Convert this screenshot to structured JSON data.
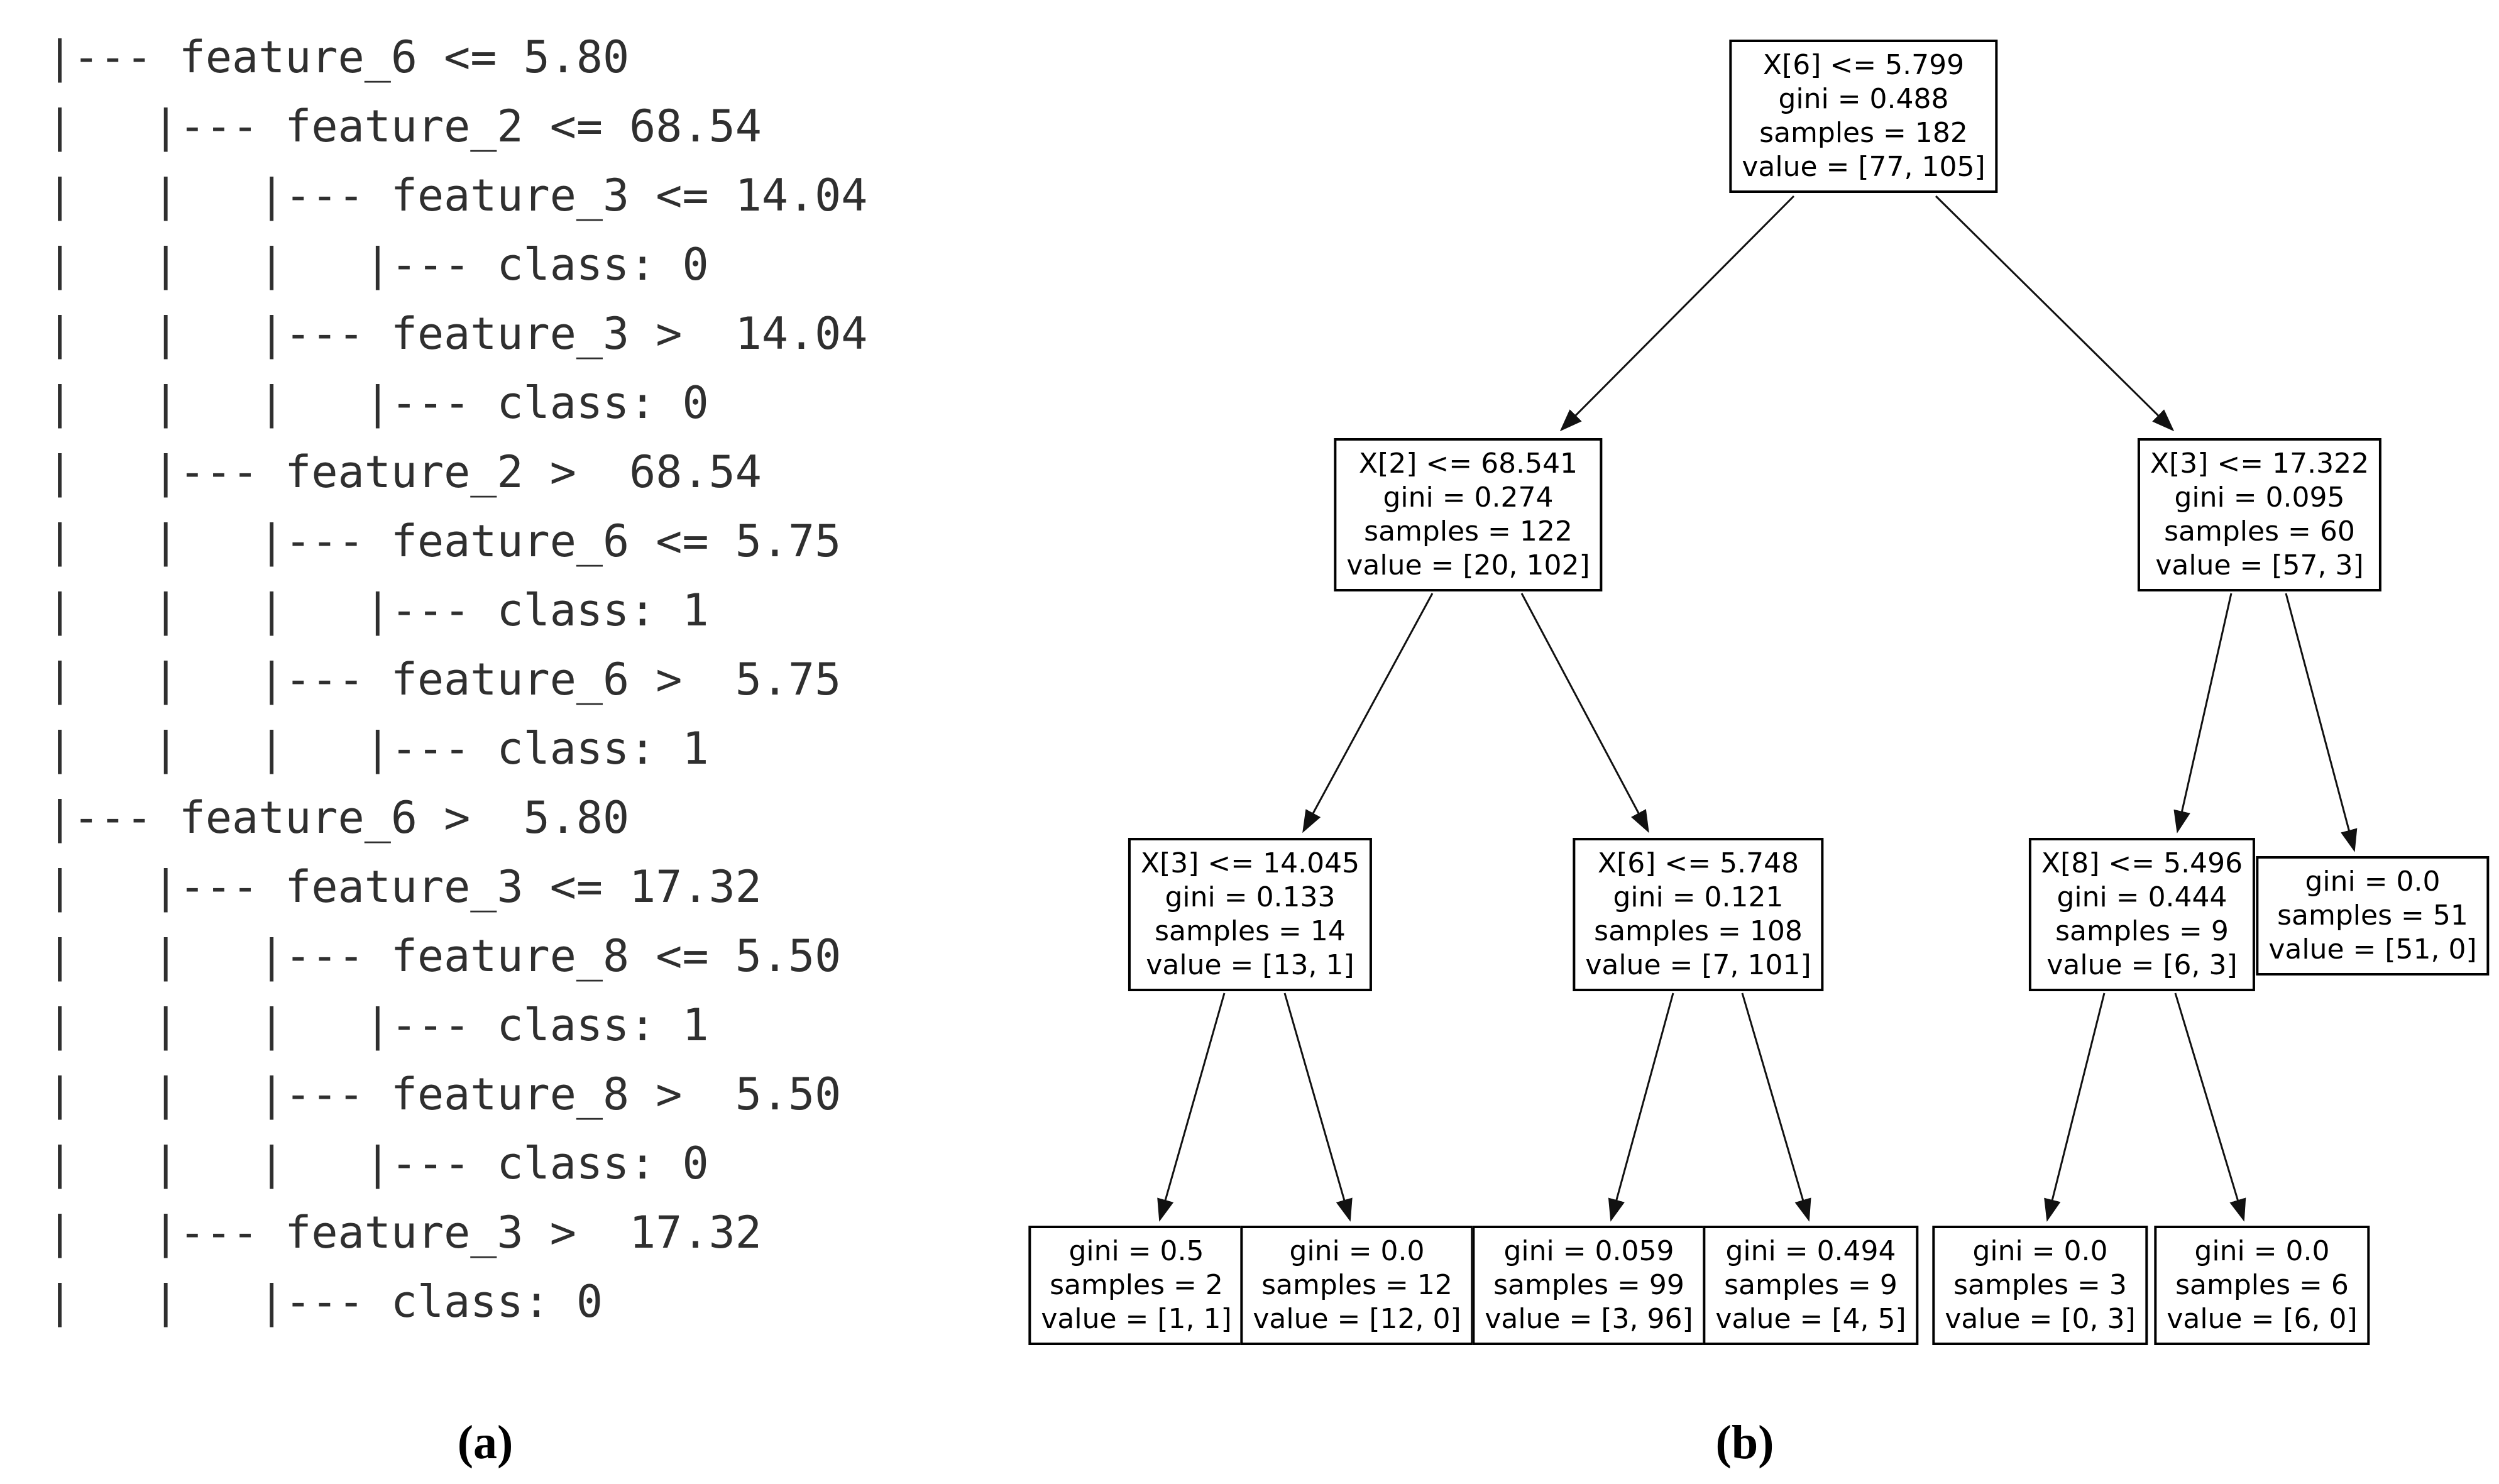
{
  "figure": {
    "captions": {
      "a": "(a)",
      "b": "(b)"
    }
  },
  "text_tree": {
    "lines": [
      "|--- feature_6 <= 5.80",
      "|   |--- feature_2 <= 68.54",
      "|   |   |--- feature_3 <= 14.04",
      "|   |   |   |--- class: 0",
      "|   |   |--- feature_3 >  14.04",
      "|   |   |   |--- class: 0",
      "|   |--- feature_2 >  68.54",
      "|   |   |--- feature_6 <= 5.75",
      "|   |   |   |--- class: 1",
      "|   |   |--- feature_6 >  5.75",
      "|   |   |   |--- class: 1",
      "|--- feature_6 >  5.80",
      "|   |--- feature_3 <= 17.32",
      "|   |   |--- feature_8 <= 5.50",
      "|   |   |   |--- class: 1",
      "|   |   |--- feature_8 >  5.50",
      "|   |   |   |--- class: 0",
      "|   |--- feature_3 >  17.32",
      "|   |   |--- class: 0"
    ]
  },
  "graph_tree": {
    "nodes": [
      {
        "condition": "X[6] <= 5.799",
        "gini": "gini = 0.488",
        "samples": "samples = 182",
        "value": "value = [77, 105]"
      },
      {
        "condition": "X[2] <= 68.541",
        "gini": "gini = 0.274",
        "samples": "samples = 122",
        "value": "value = [20, 102]"
      },
      {
        "condition": "X[3] <= 17.322",
        "gini": "gini = 0.095",
        "samples": "samples = 60",
        "value": "value = [57, 3]"
      },
      {
        "condition": "X[3] <= 14.045",
        "gini": "gini = 0.133",
        "samples": "samples = 14",
        "value": "value = [13, 1]"
      },
      {
        "condition": "X[6] <= 5.748",
        "gini": "gini = 0.121",
        "samples": "samples = 108",
        "value": "value = [7, 101]"
      },
      {
        "condition": "X[8] <= 5.496",
        "gini": "gini = 0.444",
        "samples": "samples = 9",
        "value": "value = [6, 3]"
      },
      {
        "gini": "gini = 0.0",
        "samples": "samples = 51",
        "value": "value = [51, 0]"
      },
      {
        "gini": "gini = 0.5",
        "samples": "samples = 2",
        "value": "value = [1, 1]"
      },
      {
        "gini": "gini = 0.0",
        "samples": "samples = 12",
        "value": "value = [12, 0]"
      },
      {
        "gini": "gini = 0.059",
        "samples": "samples = 99",
        "value": "value = [3, 96]"
      },
      {
        "gini": "gini = 0.494",
        "samples": "samples = 9",
        "value": "value = [4, 5]"
      },
      {
        "gini": "gini = 0.0",
        "samples": "samples = 3",
        "value": "value = [0, 3]"
      },
      {
        "gini": "gini = 0.0",
        "samples": "samples = 6",
        "value": "value = [6, 0]"
      }
    ],
    "edges": [
      [
        0,
        1
      ],
      [
        0,
        2
      ],
      [
        1,
        3
      ],
      [
        1,
        4
      ],
      [
        2,
        5
      ],
      [
        2,
        6
      ],
      [
        3,
        7
      ],
      [
        3,
        8
      ],
      [
        4,
        9
      ],
      [
        4,
        10
      ],
      [
        5,
        11
      ],
      [
        5,
        12
      ]
    ]
  }
}
